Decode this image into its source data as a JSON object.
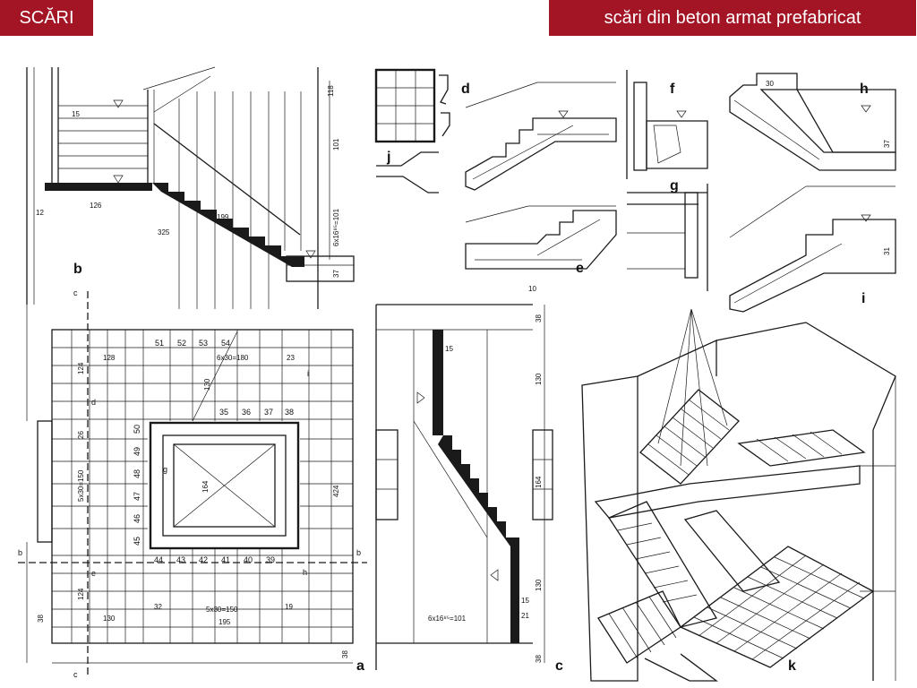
{
  "slide": {
    "title_left": "SCĂRI",
    "title_right": "scări din beton armat prefabricat"
  },
  "accent_color": "#a31424",
  "figure_labels": {
    "a": "a",
    "b": "b",
    "c": "c",
    "d": "d",
    "e": "e",
    "f": "f",
    "g": "g",
    "h": "h",
    "i": "i",
    "j": "j",
    "k": "k"
  },
  "section_b": {
    "dims": [
      "118",
      "101",
      "6x16⁸⁵=101",
      "37",
      "126",
      "199",
      "325",
      "15",
      "12"
    ]
  },
  "plan_a": {
    "step_numbers_top": [
      "51",
      "52",
      "53",
      "54"
    ],
    "step_numbers_top2": [
      "35",
      "36",
      "37",
      "38"
    ],
    "step_numbers_left": [
      "50",
      "49",
      "48",
      "47",
      "46",
      "45"
    ],
    "step_numbers_bottom": [
      "44",
      "43",
      "42",
      "41",
      "40",
      "39"
    ],
    "dims": [
      "128",
      "124",
      "6x30=180",
      "23",
      "130",
      "26",
      "5x30=150",
      "164",
      "424",
      "124",
      "130",
      "32",
      "5x30=150",
      "195",
      "19",
      "38",
      "38"
    ],
    "markers": [
      "c",
      "c",
      "d",
      "e",
      "g",
      "h",
      "i",
      "b",
      "b"
    ]
  },
  "section_c": {
    "dims": [
      "38",
      "130",
      "164",
      "130",
      "15",
      "15",
      "21",
      "6x16⁸⁵=101",
      "38"
    ]
  },
  "detail_h": {
    "dims": [
      "30",
      "37"
    ]
  },
  "detail_i": {
    "dims": [
      "31"
    ]
  },
  "detail_e": {
    "dims": [
      "10"
    ]
  }
}
